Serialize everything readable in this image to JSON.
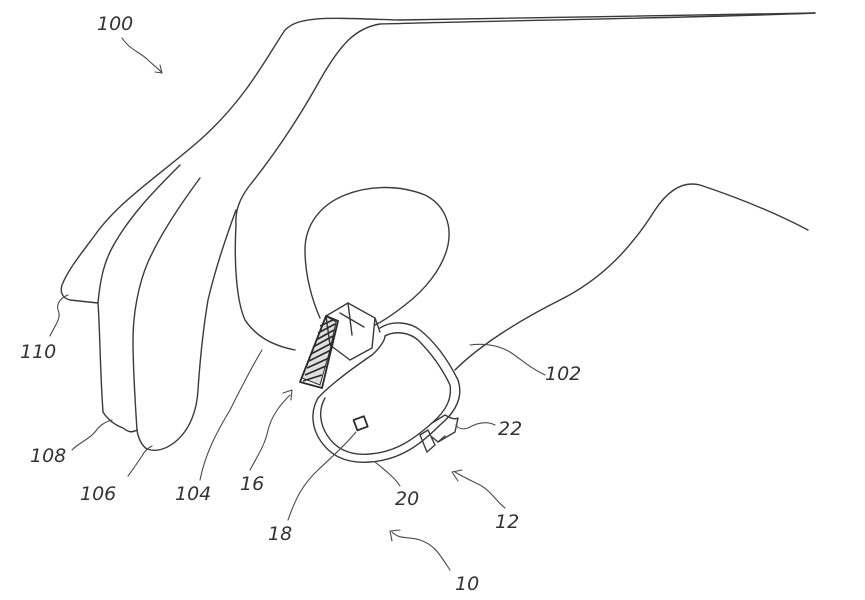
{
  "labels": {
    "l100": "100",
    "l110": "110",
    "l108": "108",
    "l106": "106",
    "l104": "104",
    "l16": "16",
    "l18": "18",
    "l20": "20",
    "l12": "12",
    "l22": "22",
    "l102": "102",
    "l10": "10"
  }
}
